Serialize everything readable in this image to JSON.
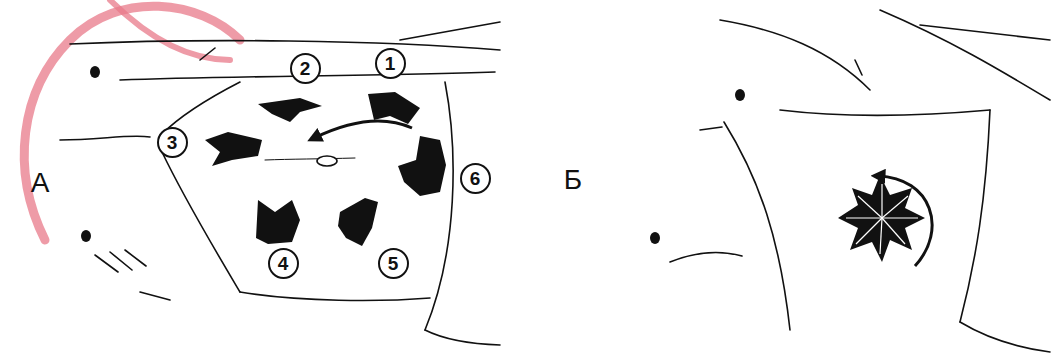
{
  "diagram": {
    "nodes": [
      {
        "text": [
          "1"
        ]
      },
      {
        "text": [
          "2"
        ]
      },
      {
        "text": [
          "3"
        ]
      },
      {
        "text": [
          "6"
        ]
      },
      {
        "text": [
          "4"
        ]
      },
      {
        "text": [
          "5"
        ]
      }
    ],
    "labels": [
      "А",
      "Б"
    ]
  }
}
